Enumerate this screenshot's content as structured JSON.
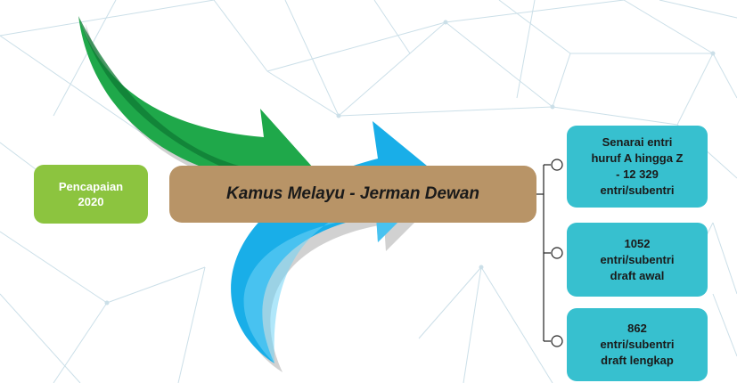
{
  "colors": {
    "green_arrow": "#1fa84a",
    "green_arrow_dark": "#0f7a34",
    "blue_arrow": "#19aee8",
    "blue_arrow_light": "#6fd3f5",
    "pencapaian_box": "#8cc43f",
    "kamus_box": "#b89467",
    "teal_box": "#37c0cf",
    "network_lines": "#c6dce6"
  },
  "diagram": {
    "root": {
      "label": "Pencapaian\n2020"
    },
    "center": {
      "label": "Kamus Melayu - Jerman Dewan"
    },
    "branches": [
      {
        "label": "Senarai entri\nhuruf A hingga Z\n- 12 329\nentri/subentri"
      },
      {
        "label": "1052\nentri/subentri\ndraft awal"
      },
      {
        "label": "862\nentri/subentri\ndraft lengkap"
      }
    ]
  }
}
